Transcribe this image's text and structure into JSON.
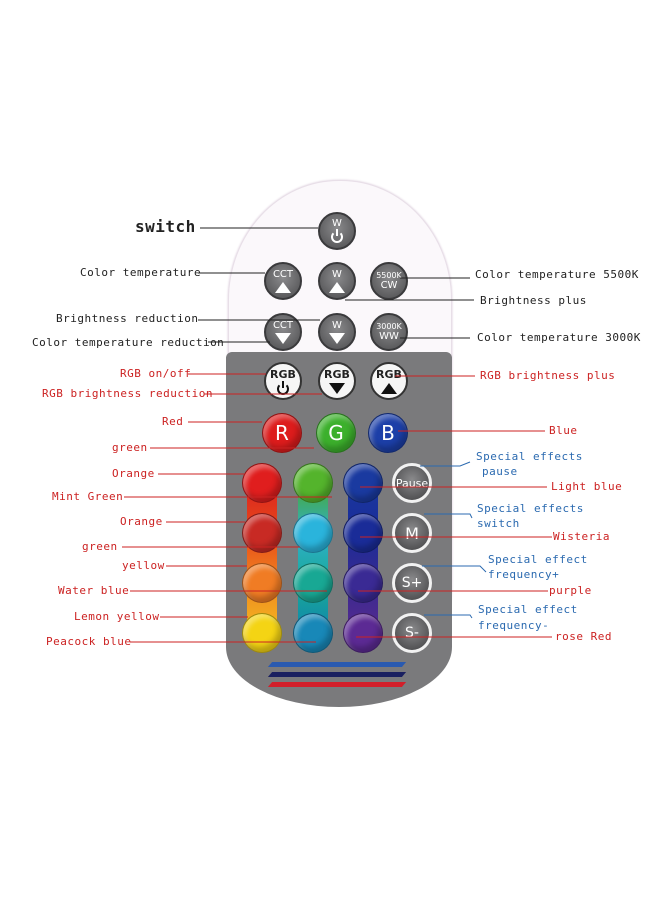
{
  "buttons": {
    "w": "W",
    "cct": "CCT",
    "cw_top": "5500K",
    "cw_bottom": "CW",
    "ww_top": "3000K",
    "ww_bottom": "WW",
    "rgb": "RGB",
    "r": "R",
    "g": "G",
    "b": "B",
    "pause": "Pause",
    "m": "M",
    "s_plus": "S+",
    "s_minus": "S-"
  },
  "labels_left": {
    "switch": "switch",
    "color_temperature": "Color temperature",
    "brightness_reduction": "Brightness reduction",
    "color_temperature_reduction": "Color temperature reduction",
    "rgb_on_off": "RGB on/off",
    "rgb_brightness_reduction": "RGB brightness reduction",
    "red": "Red",
    "green1": "green",
    "orange1": "Orange",
    "mint_green": "Mint Green",
    "orange2": "Orange",
    "green2": "green",
    "yellow": "yellow",
    "water_blue": "Water blue",
    "lemon_yellow": "Lemon yellow",
    "peacock_blue": "Peacock blue"
  },
  "labels_right": {
    "ct_5500k": "Color temperature 5500K",
    "brightness_plus": "Brightness plus",
    "ct_3000k": "Color temperature 3000K",
    "rgb_brightness_plus": "RGB brightness plus",
    "blue": "Blue",
    "special_pause_1": "Special effects",
    "special_pause_2": "pause",
    "light_blue": "Light blue",
    "special_switch_1": "Special effects",
    "special_switch_2": "switch",
    "wisteria": "Wisteria",
    "freq_plus_1": "Special effect",
    "freq_plus_2": "frequency+",
    "purple": "purple",
    "freq_minus_1": "Special effect",
    "freq_minus_2": "frequency-",
    "rose_red": "rose Red"
  },
  "colors": {
    "label_red": "#cc2222",
    "label_blue": "#2b6ab0",
    "panel_gray": "#7a7a7c"
  }
}
